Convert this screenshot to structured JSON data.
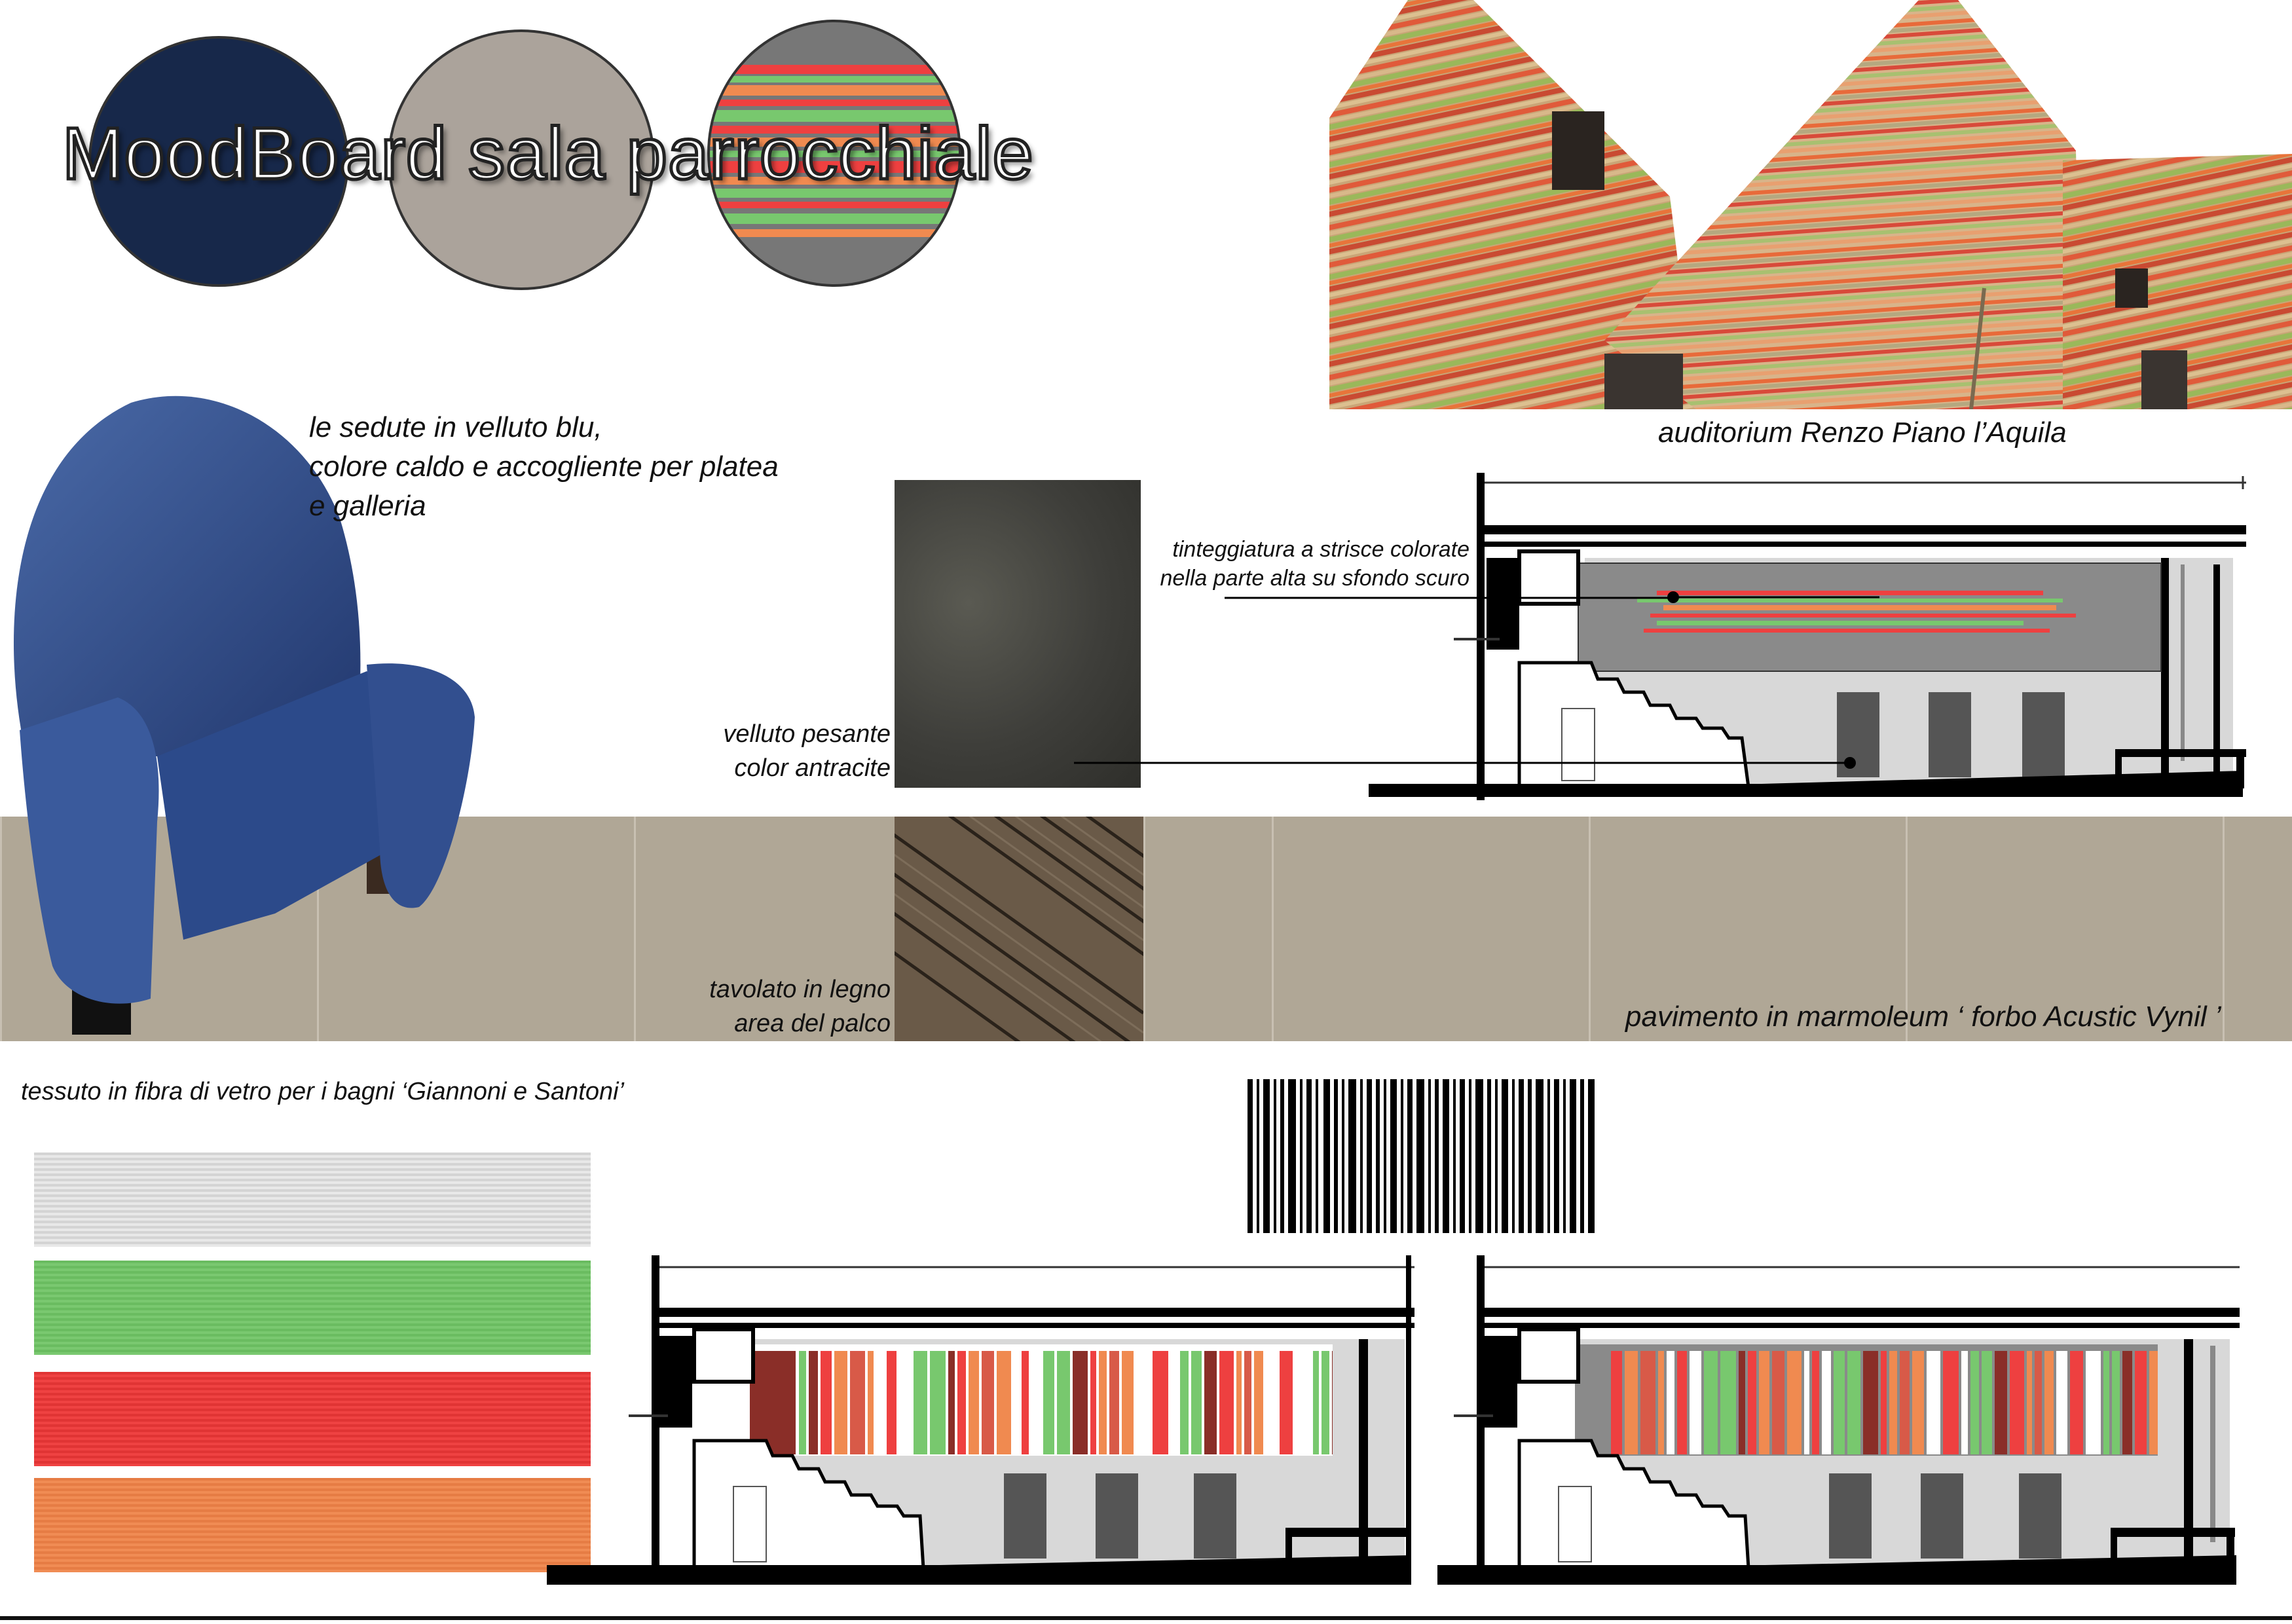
{
  "title": "MoodBoard sala parrocchiale",
  "palette": {
    "navy": "#17284a",
    "greige": "#aba39b",
    "anthracite": "#4a4a44",
    "floor": "#b0a796",
    "green": "#78c86e",
    "red": "#ee4040",
    "orange": "#f08a50",
    "white_fabric": "#e6e6e6"
  },
  "captions": {
    "seats_line1": "le sedute in velluto blu,",
    "seats_line2": "colore caldo e accogliente per platea",
    "seats_line3": "e galleria",
    "auditorium": "auditorium Renzo Piano l’Aquila",
    "stripes_line1": "tinteggiatura a strisce colorate",
    "stripes_line2": "nella parte alta su sfondo scuro",
    "velvet_line1": "velluto pesante",
    "velvet_line2": "color antracite",
    "boards_line1": "tavolato in legno",
    "boards_line2": "area del palco",
    "floor": "pavimento in marmoleum ‘ forbo Acustic Vynil ’",
    "fabric": "tessuto in fibra di vetro per i bagni ‘Giannoni e Santoni’"
  }
}
